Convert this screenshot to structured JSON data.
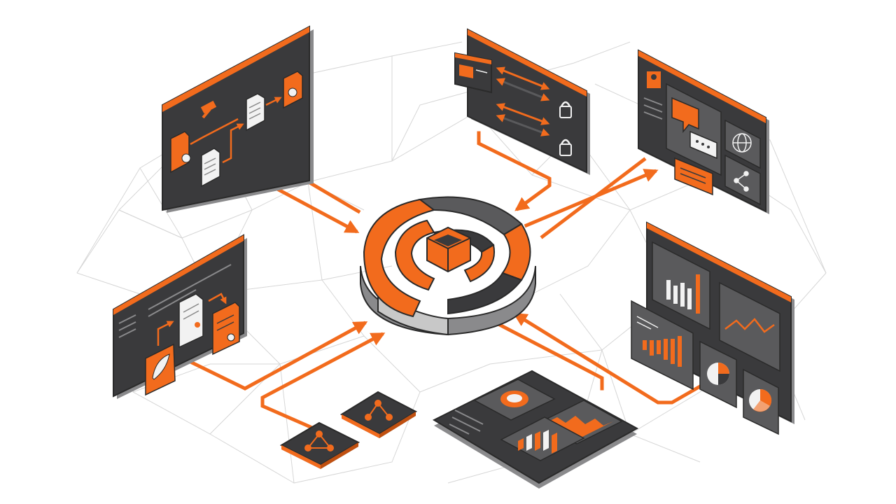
{
  "colors": {
    "accent": "#f26b1d",
    "panel_dark": "#3a3a3c",
    "panel_mid": "#5a5a5c",
    "panel_side": "#8a8a8c",
    "paper": "#f2f2f2",
    "mesh": "#d6d6d6",
    "background": "#ffffff"
  },
  "diagram": {
    "hub": {
      "icon": "concentric-segmented-hub-icon"
    },
    "panels": [
      {
        "id": "legal-workflow",
        "icons": [
          "gavel-icon",
          "document-icon",
          "certificate-icon",
          "verified-document-icon"
        ]
      },
      {
        "id": "secure-transfer",
        "icons": [
          "id-card-icon",
          "bidirectional-arrow-icon",
          "lock-icon"
        ]
      },
      {
        "id": "communication",
        "icons": [
          "user-icon",
          "chat-bubble-icon",
          "globe-icon",
          "share-icon"
        ]
      },
      {
        "id": "document-signing",
        "icons": [
          "document-icon",
          "certificate-icon",
          "quill-pen-icon"
        ]
      },
      {
        "id": "analytics-dashboard",
        "icons": [
          "bar-chart-icon",
          "line-chart-icon",
          "pie-chart-icon"
        ]
      },
      {
        "id": "analytics-tablet",
        "icons": [
          "chat-bubble-icon",
          "area-chart-icon",
          "bar-chart-icon"
        ]
      }
    ],
    "tiles": [
      {
        "id": "share-tile",
        "icon": "share-icon"
      },
      {
        "id": "network-tile",
        "icon": "network-icon"
      }
    ],
    "connectors": 8
  }
}
